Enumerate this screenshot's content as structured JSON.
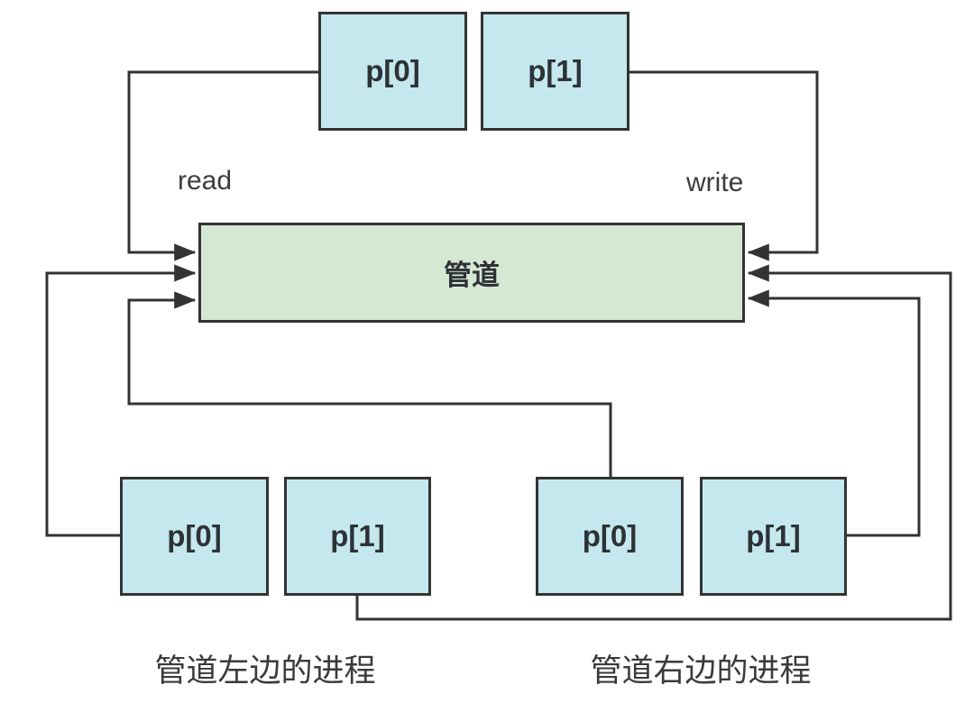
{
  "diagram": {
    "title_semantic": "pipe inter-process communication diagram",
    "pipe": {
      "label": "管道"
    },
    "io_labels": {
      "read": "read",
      "write": "write"
    },
    "parent_fds": {
      "p0": "p[0]",
      "p1": "p[1]"
    },
    "left_process": {
      "p0": "p[0]",
      "p1": "p[1]",
      "caption": "管道左边的进程"
    },
    "right_process": {
      "p0": "p[0]",
      "p1": "p[1]",
      "caption": "管道右边的进程"
    },
    "colors": {
      "fd_box_fill": "#c5e8ef",
      "pipe_fill": "#d5e8d4",
      "stroke": "#333333",
      "text": "#2d3236"
    }
  }
}
